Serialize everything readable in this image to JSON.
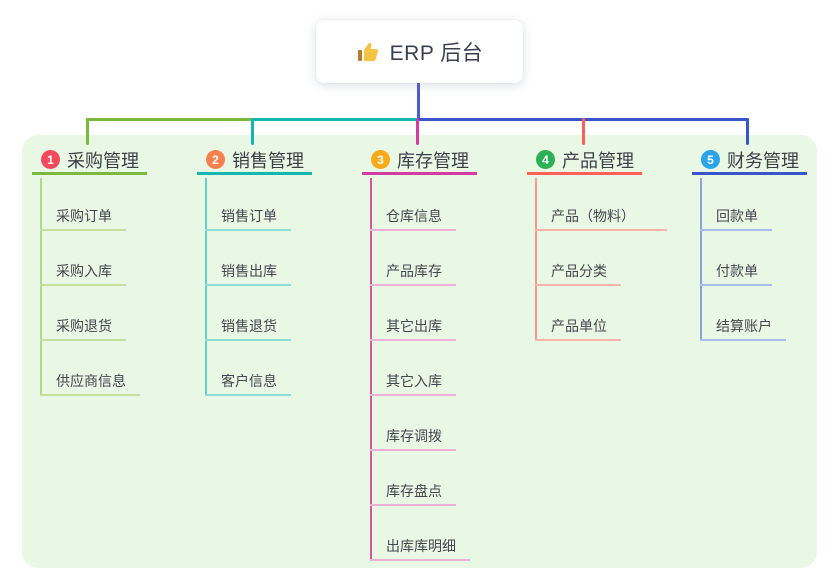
{
  "root": {
    "title": "ERP 后台",
    "icon": "thumbs-up-icon"
  },
  "branches": [
    {
      "num": "1",
      "title": "采购管理",
      "badge_color": "#f2495d",
      "line_color": "#7cba3f",
      "children": [
        "采购订单",
        "采购入库",
        "采购退货",
        "供应商信息"
      ]
    },
    {
      "num": "2",
      "title": "销售管理",
      "badge_color": "#f8814f",
      "line_color": "#12b7b0",
      "children": [
        "销售订单",
        "销售出库",
        "销售退货",
        "客户信息"
      ]
    },
    {
      "num": "3",
      "title": "库存管理",
      "badge_color": "#fbaa1a",
      "line_color": "#d23ca3",
      "children": [
        "仓库信息",
        "产品库存",
        "其它出库",
        "其它入库",
        "库存调拨",
        "库存盘点",
        "出库库明细"
      ]
    },
    {
      "num": "4",
      "title": "产品管理",
      "badge_color": "#2eb156",
      "line_color": "#f9605a",
      "children": [
        "产品（物料）",
        "产品分类",
        "产品单位"
      ]
    },
    {
      "num": "5",
      "title": "财务管理",
      "badge_color": "#2ba3e8",
      "line_color": "#3a55c9",
      "children": [
        "回款单",
        "付款单",
        "结算账户"
      ]
    }
  ],
  "colors": {
    "canvas_bg": "#ffffff",
    "panel_bg": "#e9f7e5",
    "root_connector": "#4c5ccd"
  }
}
